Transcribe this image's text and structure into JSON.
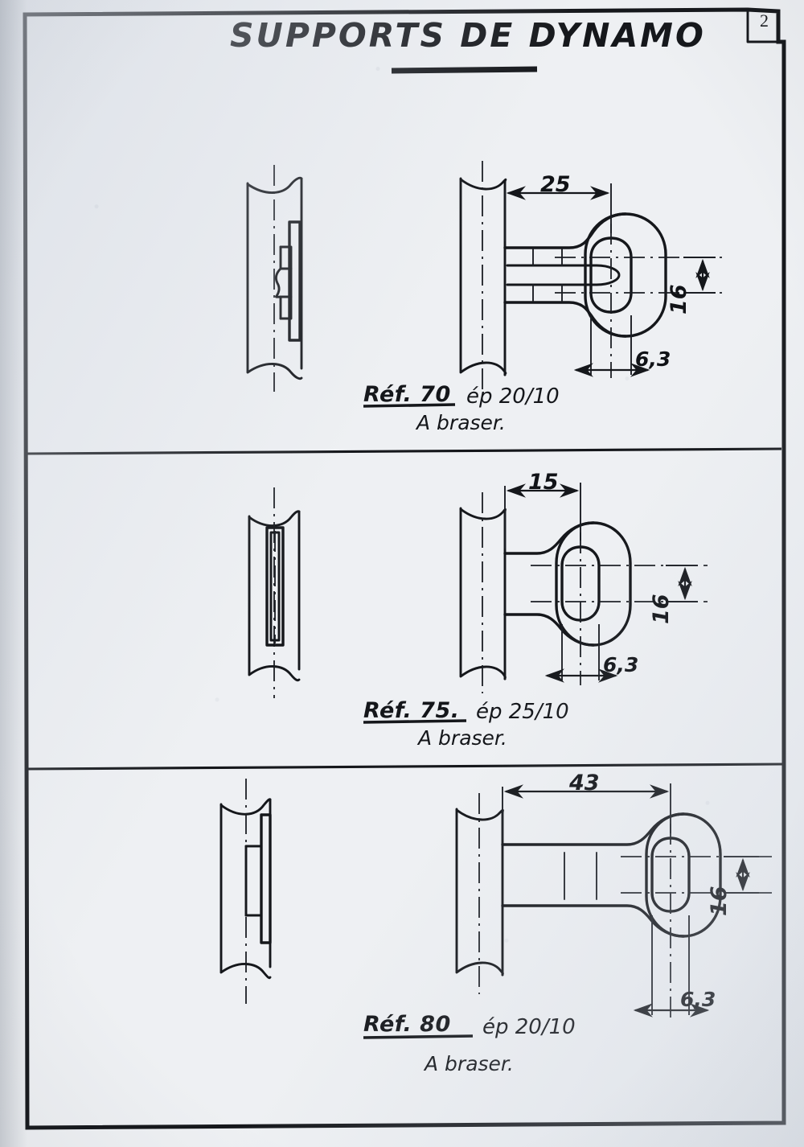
{
  "sheet": {
    "title": "SUPPORTS DE DYNAMO",
    "page_number": "2",
    "background_color": "#eef0f3",
    "ink_color": "#15171b"
  },
  "panels": [
    {
      "id": "panel-ref-70",
      "reference": "Réf. 70",
      "thickness": "ép 20/10",
      "note": "A braser.",
      "dimensions": {
        "length": "25",
        "height": "16",
        "slot_width": "6,3"
      },
      "views": [
        "side-view",
        "front-view"
      ]
    },
    {
      "id": "panel-ref-75",
      "reference": "Réf. 75.",
      "thickness": "ép 25/10",
      "note": "A braser.",
      "dimensions": {
        "length": "15",
        "height": "16",
        "slot_width": "6,3"
      },
      "views": [
        "side-view",
        "front-view"
      ]
    },
    {
      "id": "panel-ref-80",
      "reference": "Réf. 80",
      "thickness": "ép 20/10",
      "note": "A braser.",
      "dimensions": {
        "length": "43",
        "height": "16",
        "slot_width": "6,3"
      },
      "views": [
        "side-view",
        "front-view"
      ]
    }
  ]
}
